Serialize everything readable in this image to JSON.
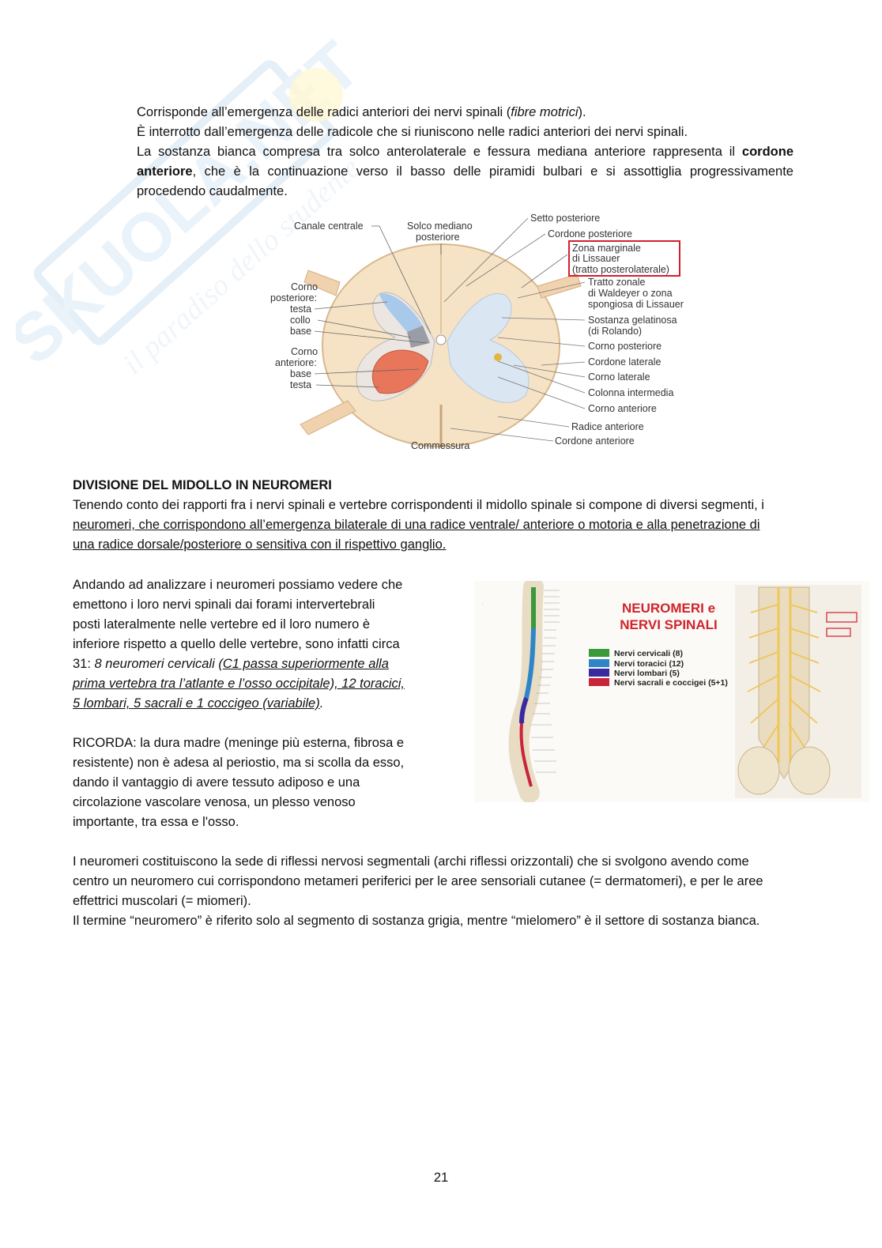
{
  "watermark": {
    "brand": "SKUOLA.NET",
    "tagline": "il paradiso dello studente"
  },
  "intro": {
    "line1_pre": "Corrisponde all’emergenza delle radici anteriori dei nervi spinali (",
    "line1_italic": "fibre motrici",
    "line1_post": ").",
    "line2": "È interrotto dall’emergenza delle radicole che si riuniscono nelle radici anteriori dei nervi spinali.",
    "line3_pre": "La sostanza bianca compresa tra solco anterolaterale e fessura mediana anteriore rappresenta il",
    "line3_bold": "cordone anteriore",
    "line3_post": ", che è la continuazione verso il basso delle piramidi bulbari e si assottiglia progressivamente procedendo caudalmente."
  },
  "figure1": {
    "left_labels": {
      "canale_centrale": "Canale centrale",
      "solco_mediano": "Solco mediano",
      "solco_mediano_2": "posteriore",
      "corno_posteriore_1": "Corno",
      "corno_posteriore_2": "posteriore:",
      "testa": "testa",
      "collo": "collo",
      "base": "base",
      "corno_anteriore_1": "Corno",
      "corno_anteriore_2": "anteriore:",
      "base_a": "base",
      "testa_a": "testa",
      "commessura": "Commessura"
    },
    "right_labels": [
      "Setto posteriore",
      "Cordone posteriore",
      "Zona marginale",
      "di Lissauer",
      "(tratto posterolaterale)",
      "Tratto zonale",
      "di Waldeyer o zona",
      "spongiosa di Lissauer",
      "Sostanza gelatinosa",
      "(di Rolando)",
      "Corno posteriore",
      "Cordone laterale",
      "Corno laterale",
      "Colonna intermedia",
      "Corno anteriore",
      "Radice anteriore",
      "Cordone anteriore"
    ]
  },
  "section": {
    "title": "DIVISIONE DEL MIDOLLO IN NEUROMERI",
    "para_plain": "Tenendo conto dei rapporti fra i nervi spinali e vertebre corrispondenti il midollo spinale si compone di diversi segmenti, i",
    "para_underline1": "neuromeri, che corrispondono all’emergenza bilaterale di una radice ventrale/ anteriore o motoria e alla penetrazione di",
    "para_underline2": "una radice dorsale/posteriore o sensitiva con il rispettivo ganglio."
  },
  "left_col": {
    "p1_l1": "Andando ad analizzare i neuromeri possiamo vedere che",
    "p1_l2": "emettono i loro nervi spinali dai forami intervertebrali",
    "p1_l3": "posti lateralmente nelle vertebre ed il loro numero è",
    "p1_l4": "inferiore rispetto a quello delle vertebre, sono infatti circa",
    "p1_l5_pre": "31: ",
    "p1_l5_it": "8 neuromeri cervicali (",
    "p1_l5_u": "C1 passa superiormente alla",
    "p1_l6": "prima vertebra tra l’atlante e l’osso occipitale), 12 toracici,",
    "p1_l7": "5 lombari, 5 sacrali e 1 coccigeo (variabile)",
    "p1_l7_end": ".",
    "p2_l1": "RICORDA: la dura madre (meninge più esterna, fibrosa e",
    "p2_l2": "resistente) non è adesa al periostio, ma si scolla da esso,",
    "p2_l3": "dando il vantaggio di avere tessuto adiposo e una",
    "p2_l4": "circolazione vascolare venosa, un plesso venoso",
    "p2_l5": "importante, tra essa e l'osso."
  },
  "figure2": {
    "title1": "NEUROMERI e",
    "title2": "NERVI SPINALI",
    "legend": [
      {
        "label": "Nervi cervicali (8)",
        "color": "#3a9a3a"
      },
      {
        "label": "Nervi toracici (12)",
        "color": "#2e86c8"
      },
      {
        "label": "Nervi lombari (5)",
        "color": "#3a2aa0"
      },
      {
        "label": "Nervi sacrali e coccigei (5+1)",
        "color": "#c8243a"
      }
    ]
  },
  "bottom": {
    "l1": "I neuromeri costituiscono la sede di riflessi nervosi segmentali (archi riflessi orizzontali) che si svolgono avendo come",
    "l2": "centro un neuromero cui corrispondono metameri periferici per le aree sensoriali cutanee (= dermatomeri), e per le aree",
    "l3": "effettrici muscolari (= miomeri).",
    "l4": "Il termine “neuromero” è riferito solo al segmento di sostanza grigia, mentre “mielomero” è il settore di sostanza bianca."
  },
  "page_number": "21"
}
